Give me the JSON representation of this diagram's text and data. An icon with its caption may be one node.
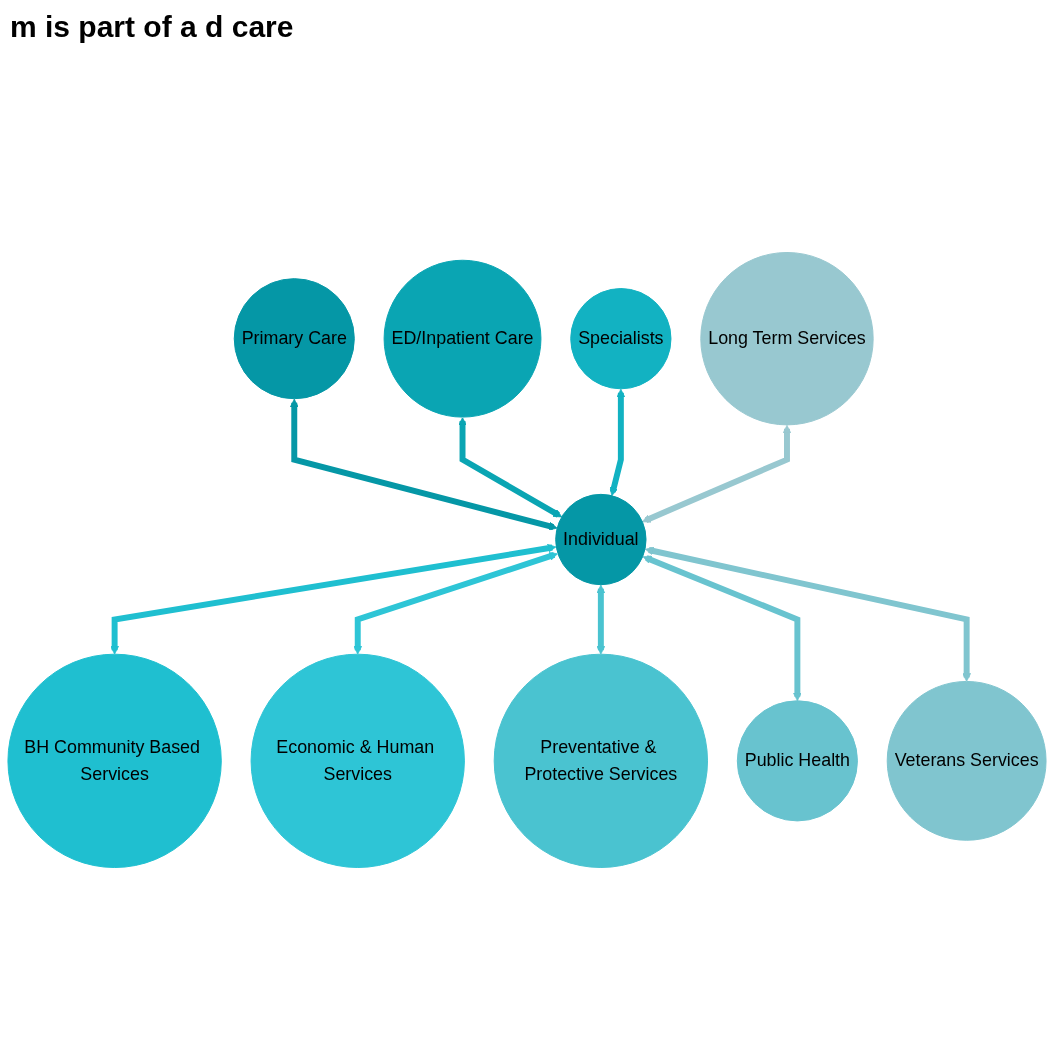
{
  "diagram": {
    "title": "m is part of a d care",
    "nodes": [
      {
        "text": [
          "Individual"
        ]
      },
      {
        "text": [
          "Primary Care"
        ]
      },
      {
        "text": [
          "ED/Inpatient Care"
        ]
      },
      {
        "text": [
          "Specialists"
        ]
      },
      {
        "text": [
          "BH Community Based Services"
        ]
      },
      {
        "text": [
          "Economic & Human Services"
        ]
      },
      {
        "text": [
          "Preventative & Protective Services"
        ]
      },
      {
        "text": [
          "Public Health"
        ]
      },
      {
        "text": [
          "Veterans Services"
        ]
      },
      {
        "text": [
          "Long Term Services"
        ]
      }
    ],
    "edges": [
      {
        "from": 0,
        "to": 1,
        "arrow": "both",
        "color": "#0597a6"
      },
      {
        "from": 0,
        "to": 2,
        "arrow": "both",
        "color": "#0aa5b3"
      },
      {
        "from": 0,
        "to": 3,
        "arrow": "both",
        "color": "#12b2c2"
      },
      {
        "from": 0,
        "to": 4,
        "arrow": "both",
        "color": "#1fbfd0"
      },
      {
        "from": 0,
        "to": 5,
        "arrow": "both",
        "color": "#2ec5d6"
      },
      {
        "from": 0,
        "to": 6,
        "arrow": "both",
        "color": "#4ac3d0"
      },
      {
        "from": 0,
        "to": 7,
        "arrow": "both",
        "color": "#68c3cf"
      },
      {
        "from": 0,
        "to": 8,
        "arrow": "both",
        "color": "#80c5cf"
      },
      {
        "from": 0,
        "to": 9,
        "arrow": "both",
        "color": "#98c8d0"
      }
    ]
  }
}
